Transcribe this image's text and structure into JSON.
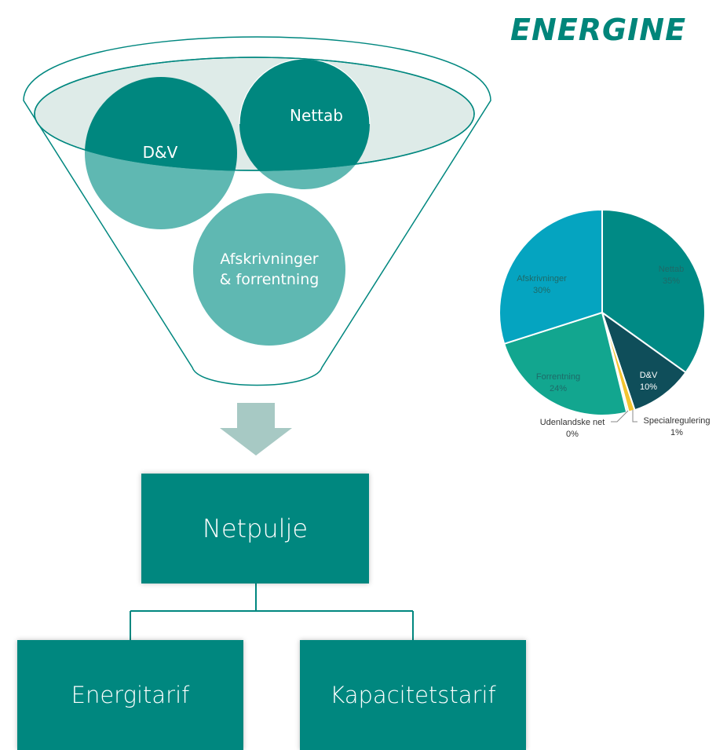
{
  "logo": {
    "text": "ENERGINE"
  },
  "funnel": {
    "items": [
      "Nettab",
      "D&V",
      "Afskrivninger",
      "& forrentning"
    ]
  },
  "flow": {
    "netpulje": "Netpulje",
    "children": [
      "Energitarif",
      "Kapacitetstarif"
    ]
  },
  "chart_data": {
    "type": "pie",
    "title": "",
    "slices": [
      {
        "label": "Nettab",
        "pct_label": "35%",
        "value": 35,
        "color": "#008a85"
      },
      {
        "label": "D&V",
        "pct_label": "10%",
        "value": 10,
        "color": "#0f4e5a"
      },
      {
        "label": "Specialregulering",
        "pct_label": "1%",
        "value": 1,
        "color": "#f4c430"
      },
      {
        "label": "Udenlandske net",
        "pct_label": "0%",
        "value": 0.3,
        "color": "#a8d8d0"
      },
      {
        "label": "Forrentning",
        "pct_label": "24%",
        "value": 24,
        "color": "#12a68f"
      },
      {
        "label": "Afskrivninger",
        "pct_label": "30%",
        "value": 30,
        "color": "#05a4c0"
      }
    ],
    "start_angle_deg": 0,
    "direction": "clockwise"
  },
  "colors": {
    "teal": "#00877f",
    "teal_light": "#5fb8b2",
    "funnel_top": "#d8e8e4",
    "arrow": "#a7c9c4"
  }
}
